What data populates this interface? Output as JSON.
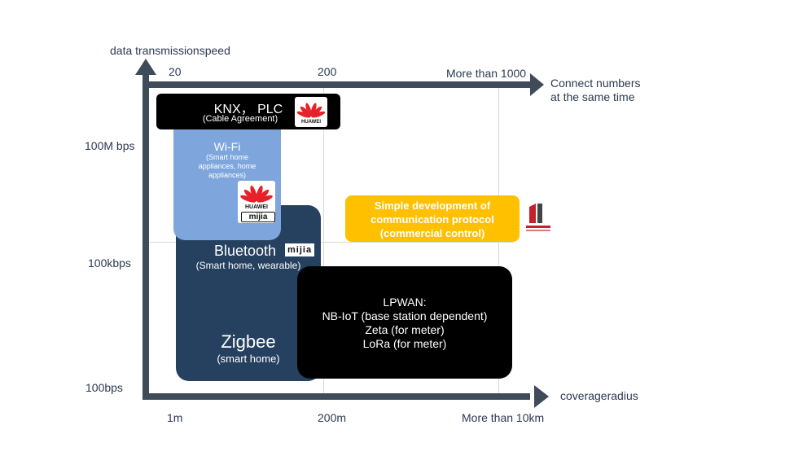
{
  "axes": {
    "y_title": "data transmissionspeed",
    "x_title": "coverageradius",
    "top_title_line1": "Connect numbers",
    "top_title_line2": "at the same time",
    "top_ticks": [
      "20",
      "200",
      "More than 1000"
    ],
    "bottom_ticks": [
      "1m",
      "200m",
      "More than 10km"
    ],
    "left_ticks": [
      "100M bps",
      "100kbps",
      "100bps"
    ]
  },
  "boxes": {
    "knx": {
      "title": "KNX， PLC",
      "subtitle": "(Cable Agreement)"
    },
    "wifi": {
      "title": "Wi-Fi",
      "subtitle_lines": [
        "(Smart home",
        "appliances, home",
        "appliances)"
      ]
    },
    "bluetooth": {
      "title": "Bluetooth",
      "subtitle": "(Smart home, wearable)"
    },
    "zigbee": {
      "title": "Zigbee",
      "subtitle": "(smart home)"
    },
    "lpwan": {
      "lines": [
        "LPWAN:",
        "NB-IoT (base station dependent)",
        "Zeta (for meter)",
        "LoRa (for meter)"
      ]
    },
    "yellow": {
      "lines": [
        "Simple development of",
        "communication protocol",
        "(commercial control)"
      ]
    }
  },
  "logos": {
    "huawei_text": "HUAWEI",
    "mijia_text": "mijia"
  },
  "colors": {
    "axis": "#404b5a",
    "knx_bg": "#000000",
    "wifi_bg": "#7ea6dc",
    "bt_bg": "#25415f",
    "lpwan_bg": "#000000",
    "yellow_bg": "#ffc000",
    "huawei_red": "#e8202a"
  }
}
